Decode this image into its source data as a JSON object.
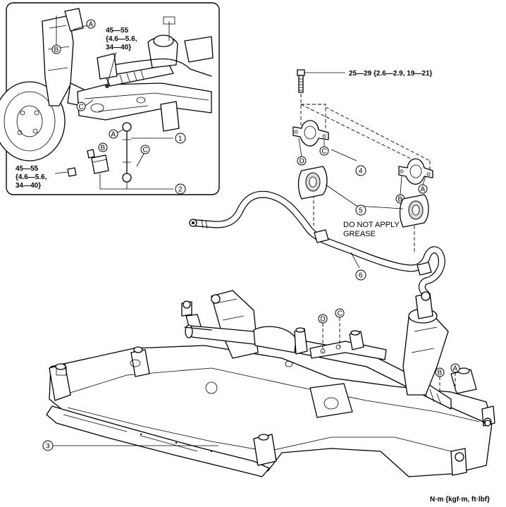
{
  "inset": {
    "torque_upper": [
      "45—55",
      "{4.6—5.6,",
      "34—40}"
    ],
    "torque_lower": [
      "45—55",
      "{4.6—5.6,",
      "34—40}"
    ],
    "letters": {
      "a": "A",
      "b": "B",
      "c": "C"
    },
    "callouts": {
      "link": "1",
      "bushing": "2"
    }
  },
  "main": {
    "bolt_torque": "25—29 {2.6—2.9, 19—21}",
    "note": [
      "DO NOT APPLY",
      "GREASE"
    ],
    "letters": {
      "a": "A",
      "b": "B",
      "c": "C",
      "d": "D"
    },
    "callouts": {
      "crossmember": "3",
      "bracket": "4",
      "bushing": "5",
      "stabilizer": "6"
    }
  },
  "units": "N·m {kgf·m, ft·lbf}"
}
